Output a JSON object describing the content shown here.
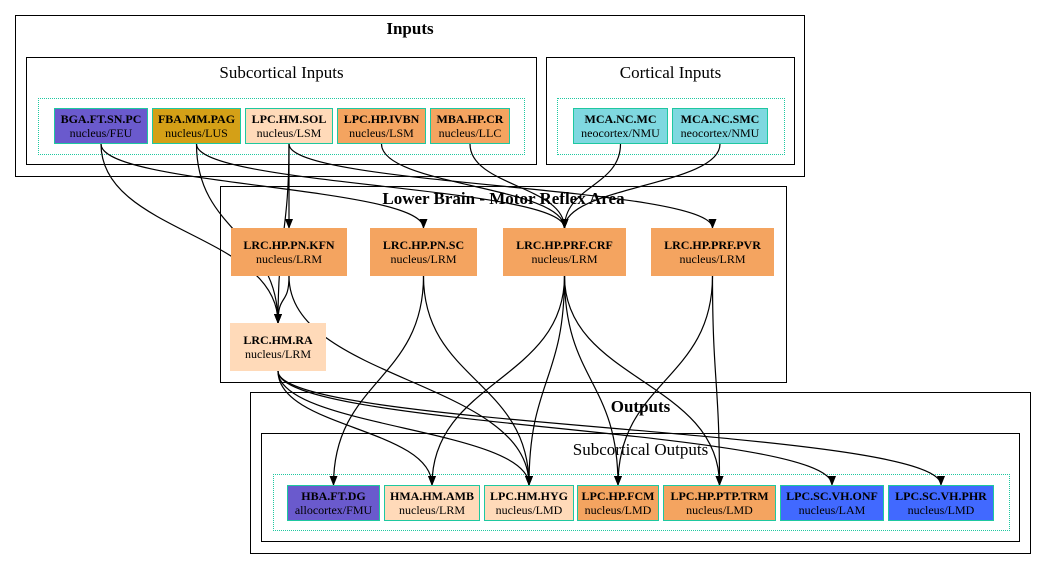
{
  "clusters": {
    "inputs": {
      "title": "Inputs"
    },
    "subcortical_inputs": {
      "title": "Subcortical Inputs"
    },
    "cortical_inputs": {
      "title": "Cortical Inputs"
    },
    "lower_brain": {
      "title": "Lower Brain - Motor Reflex Area"
    },
    "outputs": {
      "title": "Outputs"
    },
    "subcortical_outputs": {
      "title": "Subcortical Outputs"
    }
  },
  "nodes": {
    "bga": {
      "name": "BGA.FT.SN.PC",
      "sub": "nucleus/FEU",
      "fill": "#6a5acd"
    },
    "fba": {
      "name": "FBA.MM.PAG",
      "sub": "nucleus/LUS",
      "fill": "#d4a017"
    },
    "lpc_sol": {
      "name": "LPC.HM.SOL",
      "sub": "nucleus/LSM",
      "fill": "#ffdab9"
    },
    "lpc_ivbn": {
      "name": "LPC.HP.IVBN",
      "sub": "nucleus/LSM",
      "fill": "#f4a460"
    },
    "mba": {
      "name": "MBA.HP.CR",
      "sub": "nucleus/LLC",
      "fill": "#f4a460"
    },
    "mca_mc": {
      "name": "MCA.NC.MC",
      "sub": "neocortex/NMU",
      "fill": "#7fd8e0"
    },
    "mca_smc": {
      "name": "MCA.NC.SMC",
      "sub": "neocortex/NMU",
      "fill": "#7fd8e0"
    },
    "kfn": {
      "name": "LRC.HP.PN.KFN",
      "sub": "nucleus/LRM",
      "fill": "#f4a460"
    },
    "sc": {
      "name": "LRC.HP.PN.SC",
      "sub": "nucleus/LRM",
      "fill": "#f4a460"
    },
    "crf": {
      "name": "LRC.HP.PRF.CRF",
      "sub": "nucleus/LRM",
      "fill": "#f4a460"
    },
    "pvr": {
      "name": "LRC.HP.PRF.PVR",
      "sub": "nucleus/LRM",
      "fill": "#f4a460"
    },
    "ra": {
      "name": "LRC.HM.RA",
      "sub": "nucleus/LRM",
      "fill": "#ffdab9"
    },
    "hba": {
      "name": "HBA.FT.DG",
      "sub": "allocortex/FMU",
      "fill": "#6a5acd"
    },
    "amb": {
      "name": "HMA.HM.AMB",
      "sub": "nucleus/LRM",
      "fill": "#ffdab9"
    },
    "hyg": {
      "name": "LPC.HM.HYG",
      "sub": "nucleus/LMD",
      "fill": "#ffdab9"
    },
    "fcm": {
      "name": "LPC.HP.FCM",
      "sub": "nucleus/LMD",
      "fill": "#f4a460"
    },
    "trm": {
      "name": "LPC.HP.PTP.TRM",
      "sub": "nucleus/LMD",
      "fill": "#f4a460"
    },
    "onf": {
      "name": "LPC.SC.VH.ONF",
      "sub": "nucleus/LAM",
      "fill": "#4169ff"
    },
    "phr": {
      "name": "LPC.SC.VH.PHR",
      "sub": "nucleus/LMD",
      "fill": "#4169ff"
    }
  },
  "edges": [
    [
      "bga",
      "sc"
    ],
    [
      "bga",
      "ra"
    ],
    [
      "fba",
      "ra"
    ],
    [
      "fba",
      "crf"
    ],
    [
      "lpc_sol",
      "kfn"
    ],
    [
      "lpc_sol",
      "ra"
    ],
    [
      "lpc_sol",
      "pvr"
    ],
    [
      "lpc_ivbn",
      "crf"
    ],
    [
      "mba",
      "crf"
    ],
    [
      "mca_mc",
      "crf"
    ],
    [
      "mca_smc",
      "crf"
    ],
    [
      "kfn",
      "ra"
    ],
    [
      "kfn",
      "hyg"
    ],
    [
      "sc",
      "hba"
    ],
    [
      "sc",
      "hyg"
    ],
    [
      "crf",
      "amb"
    ],
    [
      "crf",
      "hyg"
    ],
    [
      "crf",
      "fcm"
    ],
    [
      "crf",
      "trm"
    ],
    [
      "pvr",
      "fcm"
    ],
    [
      "pvr",
      "trm"
    ],
    [
      "ra",
      "amb"
    ],
    [
      "ra",
      "hyg"
    ],
    [
      "ra",
      "onf"
    ],
    [
      "ra",
      "phr"
    ]
  ],
  "colors": {
    "edge": "#000000",
    "dotted_border": "#1ec8a0"
  }
}
